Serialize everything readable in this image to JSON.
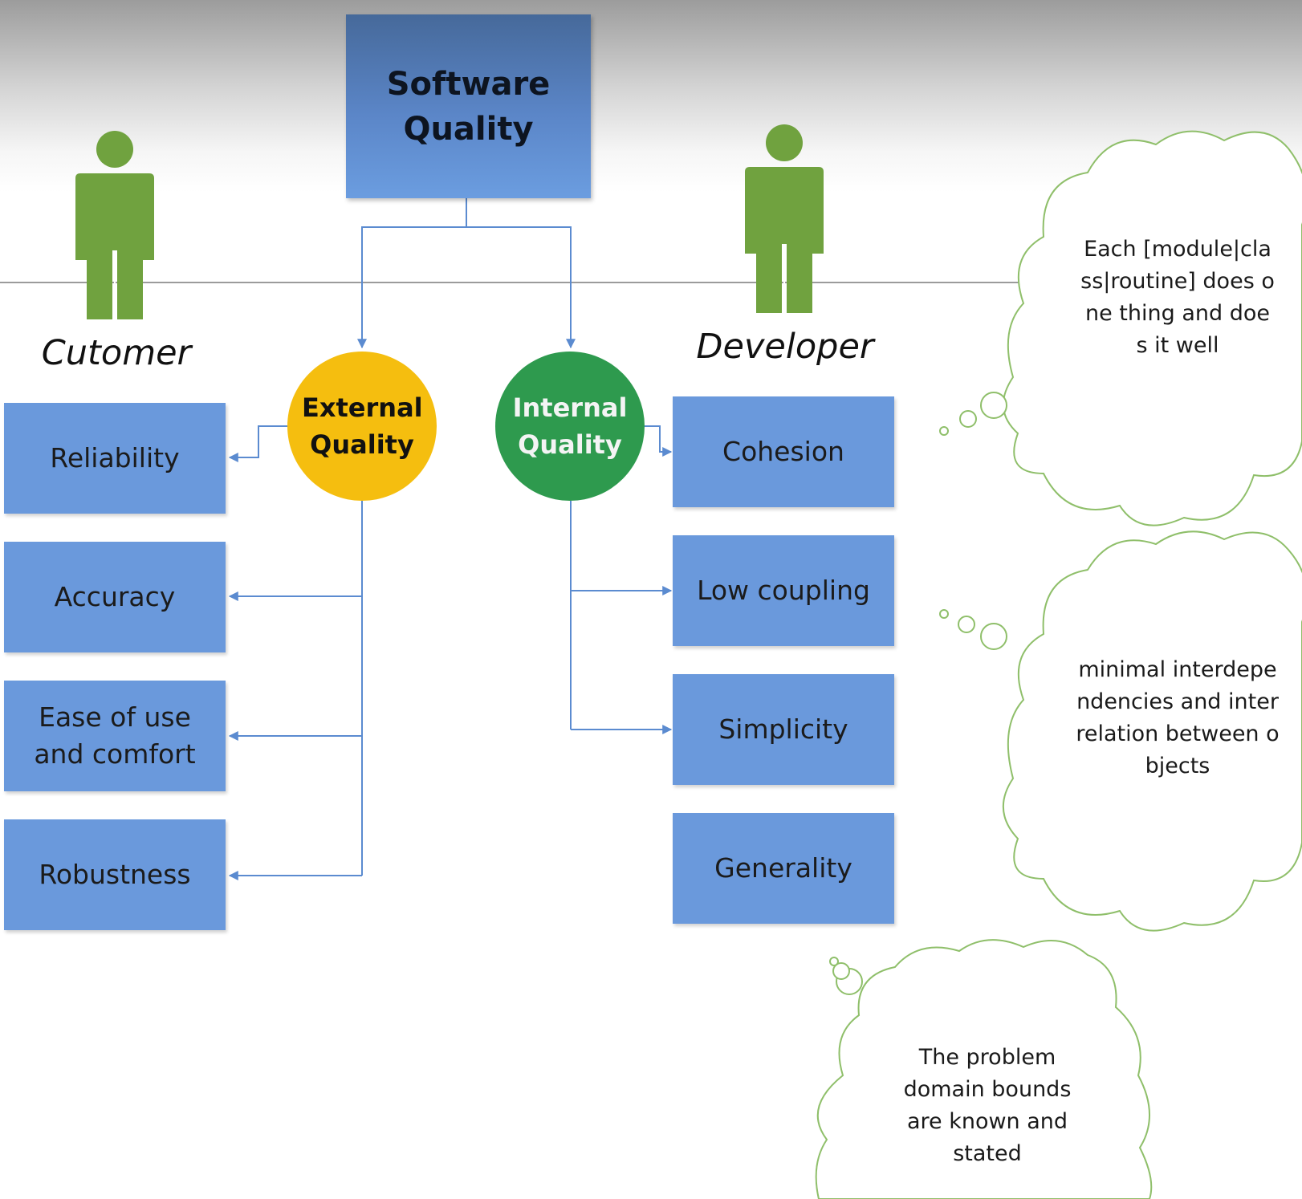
{
  "title": "Software Quality",
  "roles": {
    "customer": "Cutomer",
    "developer": "Developer"
  },
  "external": {
    "label": "External Quality",
    "items": [
      "Reliability",
      "Accuracy",
      "Ease of use and comfort",
      "Robustness"
    ]
  },
  "internal": {
    "label": "Internal Quality",
    "items": [
      "Cohesion",
      "Low coupling",
      "Simplicity",
      "Generality"
    ]
  },
  "clouds": [
    "Each [module|class|routine] does one thing and does it well",
    "minimal interdependencies and interrelation between objects",
    "The problem domain bounds are known and stated"
  ],
  "colors": {
    "box": "#6a99dc",
    "external_circle": "#f5be0f",
    "internal_circle": "#2e9a4e",
    "person": "#70a23f",
    "connector": "#5b8bd0",
    "cloud_outline": "#8fbf6a"
  }
}
